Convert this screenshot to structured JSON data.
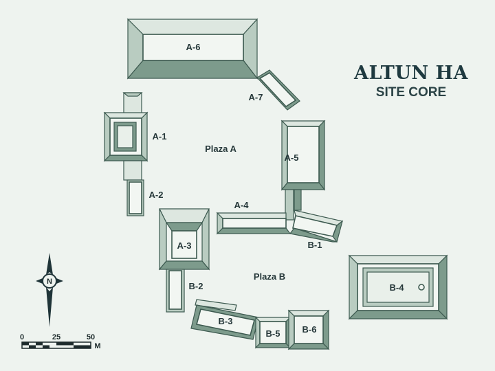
{
  "map": {
    "title": "ALTUN HA",
    "subtitle": "SITE CORE",
    "plazas": {
      "a": "Plaza A",
      "b": "Plaza B"
    },
    "structures": {
      "a1": "A-1",
      "a2": "A-2",
      "a3": "A-3",
      "a4": "A-4",
      "a5": "A-5",
      "a6": "A-6",
      "a7": "A-7",
      "b1": "B-1",
      "b2": "B-2",
      "b3": "B-3",
      "b4": "B-4",
      "b5": "B-5",
      "b6": "B-6"
    },
    "compass": {
      "label": "N"
    },
    "scale": {
      "tick0": "0",
      "tick1": "25",
      "tick2": "50",
      "unit": "M"
    },
    "colors": {
      "background": "#eef3ef",
      "outline": "#3d5a50",
      "dark_slope": "#7d9b8c",
      "title": "#1f3a40"
    }
  }
}
